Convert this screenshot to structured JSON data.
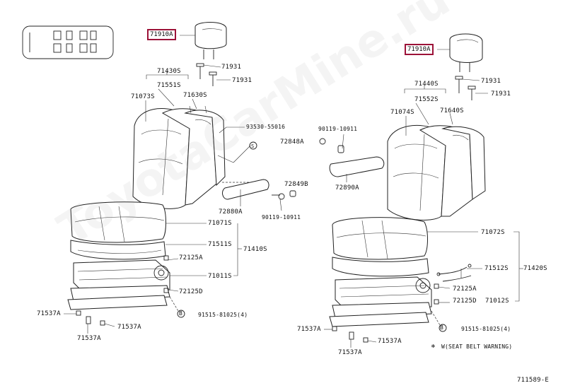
{
  "diagram": {
    "figure_code": "711589-E",
    "watermark": "ToyotaCarMine.ru",
    "left_seat": {
      "headrest": "71910A",
      "headrest_guide_1": "71931",
      "headrest_guide_2": "71931",
      "back_cover_assy": "71430S",
      "back_cover": "71551S",
      "back_frame": "71630S",
      "back_assy": "71073S",
      "bolt_code": "93530-55016",
      "bolt_marker": "S",
      "screw_code": "90119-10911",
      "knob": "72849B",
      "armrest_cover": "72880A",
      "cushion_assy": "71071S",
      "cushion_cover": "71511S",
      "cushion_pad": "71410S",
      "cushion_frame": "71011S",
      "adjuster_cover_a": "72125A",
      "adjuster_cover_d": "72125D",
      "clip_marker": "B",
      "clip_code": "91515-81025(4)",
      "rail_cover_1": "71537A",
      "rail_cover_2": "71537A",
      "rail_cover_3": "71537A"
    },
    "right_seat": {
      "headrest": "71910A",
      "headrest_guide_1": "71931",
      "headrest_guide_2": "71931",
      "back_cover_assy": "71440S",
      "back_cover": "71552S",
      "back_frame": "71640S",
      "back_assy": "71074S",
      "screw_code": "90119-10911",
      "knob": "72848A",
      "armrest_cover": "72890A",
      "cushion_assy": "71072S",
      "cushion_cover": "71512S",
      "cushion_pad": "71420S",
      "adjuster_cover_a": "72125A",
      "adjuster_cover_d": "72125D",
      "cushion_frame": "71012S",
      "clip_marker": "B",
      "clip_code": "91515-81025(4)",
      "rail_cover_1": "71537A",
      "rail_cover_2": "71537A",
      "rail_cover_3": "71537A",
      "note_symbol": "✻",
      "note": "W(SEAT BELT WARNING)"
    }
  }
}
